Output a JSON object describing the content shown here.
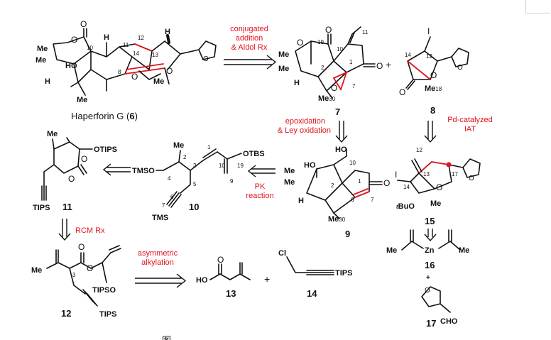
{
  "caption_partial": "图",
  "compounds": {
    "haperforin": {
      "name_prefix": "Haperforin G (",
      "number": "6",
      "name_suffix": ")",
      "atoms": {
        "o_ring": "O",
        "o_carbonyl": "O",
        "me_a": "Me",
        "me_b": "Me",
        "ho": "HO",
        "h_top": "H",
        "h_left": "H",
        "h_right": "H",
        "me_bottom": "Me",
        "o_ketone": "O",
        "me_mid": "Me",
        "o_bridge": "O",
        "n10": "10",
        "n11": "11",
        "n12": "12",
        "n13": "13",
        "n14": "14",
        "n8": "8"
      }
    },
    "c7": {
      "number": "7",
      "atoms": {
        "o_ring": "O",
        "o_carbonyl": "O",
        "me_a": "Me",
        "me_b": "Me",
        "h": "H",
        "o_ketone": "O",
        "o_epox": "O",
        "me30": "Me",
        "me30_sub": "30",
        "n19": "19",
        "n10": "10",
        "n11": "11",
        "n2": "2",
        "n1": "1",
        "n7": "7"
      }
    },
    "c8": {
      "number": "8",
      "atoms": {
        "i": "I",
        "o_carbonyl": "O",
        "o_ring": "O",
        "me18": "Me",
        "me18_sub": "18",
        "n12": "12",
        "n14": "14"
      }
    },
    "c9": {
      "number": "9",
      "atoms": {
        "ho_top": "HO",
        "ho_left": "HO",
        "me_a": "Me",
        "me_b": "Me",
        "h": "H",
        "o_ketone": "O",
        "me30": "Me",
        "me30_sub": "30",
        "n10": "10",
        "n2": "2",
        "n1": "1",
        "n6": "6",
        "n7": "7"
      }
    },
    "c15": {
      "number": "15",
      "atoms": {
        "i": "I",
        "otbu": "BuO",
        "tbu_prefix": "t",
        "o_ring": "O",
        "me": "Me",
        "n12": "12",
        "n13": "13",
        "n14": "14",
        "n17": "17"
      }
    },
    "c11": {
      "number": "11",
      "atoms": {
        "me": "Me",
        "otips": "OTIPS",
        "o_ring": "O",
        "o_carbonyl": "O",
        "tips": "TIPS"
      }
    },
    "c10": {
      "number": "10",
      "atoms": {
        "me": "Me",
        "tmso": "TMSO",
        "otbs": "OTBS",
        "tms": "TMS",
        "n1": "1",
        "n2": "2",
        "n3": "3",
        "n4": "4",
        "n5": "5",
        "n6": "6",
        "n7": "7",
        "n9": "9",
        "n10": "10",
        "n19": "19"
      }
    },
    "c12": {
      "number": "12",
      "atoms": {
        "me": "Me",
        "o_carbonyl": "O",
        "o_ester": "O",
        "tipso": "TIPSO",
        "tips": "TIPS",
        "n3": "3"
      }
    },
    "c13": {
      "number": "13",
      "atoms": {
        "ho": "HO",
        "o": "O"
      }
    },
    "c14": {
      "number": "14",
      "atoms": {
        "cl": "Cl",
        "tips": "TIPS"
      }
    },
    "c16": {
      "number": "16",
      "atoms": {
        "me_left": "Me",
        "zn": "Zn",
        "me_right": "Me"
      }
    },
    "c17": {
      "number": "17",
      "atoms": {
        "cho": "CHO",
        "o_ring": "O"
      }
    },
    "plus_sign": "+"
  },
  "steps": {
    "conjugated": [
      "conjugated",
      "addition",
      "& Aldol Rx"
    ],
    "epoxidation": [
      "epoxidation",
      "& Ley oxidation"
    ],
    "pd_iat": [
      "Pd-catalyzed",
      "IAT"
    ],
    "pk": [
      "PK",
      "reaction"
    ],
    "rcm": "RCM Rx",
    "asymmetric": [
      "asymmetric",
      "alkylation"
    ]
  },
  "colors": {
    "ink": "#111111",
    "accent": "#e0141c"
  }
}
